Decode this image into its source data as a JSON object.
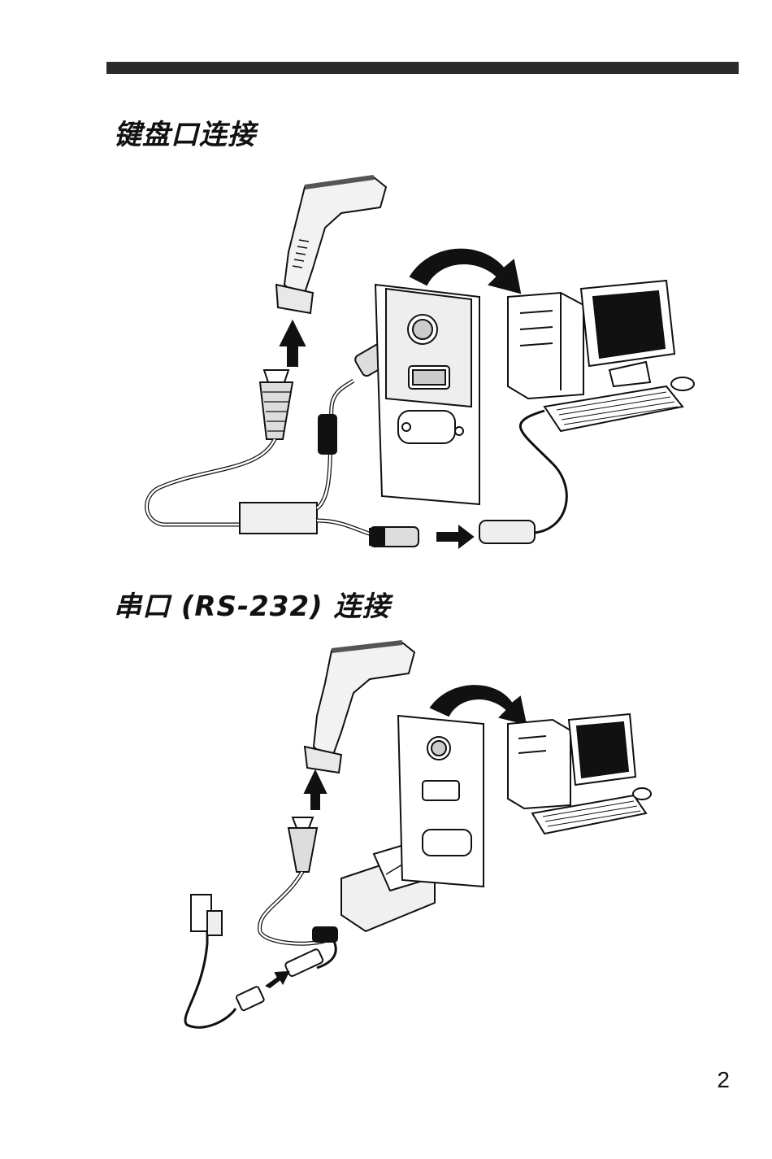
{
  "sections": [
    {
      "heading": "键盘口连接",
      "figure_icon": "keyboard-wedge-connection-diagram"
    },
    {
      "heading": "串口 (RS-232) 连接",
      "figure_icon": "rs232-serial-connection-diagram"
    }
  ],
  "page_number": "2",
  "colors": {
    "rule": "#2b2b2b",
    "ink": "#111111",
    "screen": "#111111"
  }
}
